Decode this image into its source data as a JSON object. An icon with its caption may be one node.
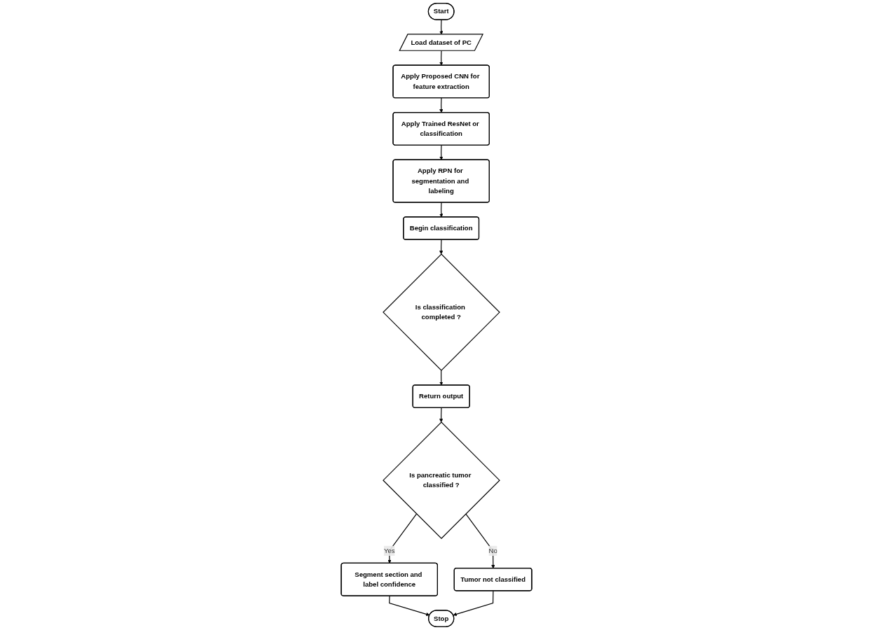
{
  "diagram": {
    "nodes": [
      {
        "text": [
          "Start"
        ]
      },
      {
        "text": [
          "Load dataset of PC"
        ]
      },
      {
        "text": [
          "Apply Proposed CNN for feature extraction"
        ]
      },
      {
        "text": [
          "Apply Trained ResNet or classification"
        ]
      },
      {
        "text": [
          "Apply RPN for segmentation and labeling"
        ]
      },
      {
        "text": [
          "Begin classification"
        ]
      },
      {
        "text": [
          "Is classification completed ?"
        ]
      },
      {
        "text": [
          "Return output"
        ]
      },
      {
        "text": [
          "Is pancreatic tumor classified ?"
        ]
      },
      {
        "text": [
          "Tumor not classified"
        ]
      },
      {
        "text": [
          "Segment section and label confidence"
        ]
      },
      {
        "text": [
          "Stop"
        ]
      }
    ],
    "edges": [
      {
        "from": 0,
        "to": 1,
        "arrow": "to"
      },
      {
        "from": 1,
        "to": 2,
        "arrow": "to"
      },
      {
        "from": 2,
        "to": 3,
        "arrow": "to"
      },
      {
        "from": 3,
        "to": 4,
        "arrow": "to"
      },
      {
        "from": 4,
        "to": 5,
        "arrow": "to"
      },
      {
        "from": 5,
        "to": 6,
        "arrow": "to"
      },
      {
        "from": 6,
        "to": 7,
        "arrow": "to"
      },
      {
        "from": 7,
        "to": 8,
        "arrow": "to"
      },
      {
        "from": 8,
        "to": 9,
        "label": "No",
        "arrow": "to"
      },
      {
        "from": 8,
        "to": 10,
        "label": "Yes",
        "arrow": "to"
      },
      {
        "from": 10,
        "to": 11,
        "arrow": "to"
      },
      {
        "from": 9,
        "to": 11,
        "arrow": "to"
      }
    ]
  }
}
